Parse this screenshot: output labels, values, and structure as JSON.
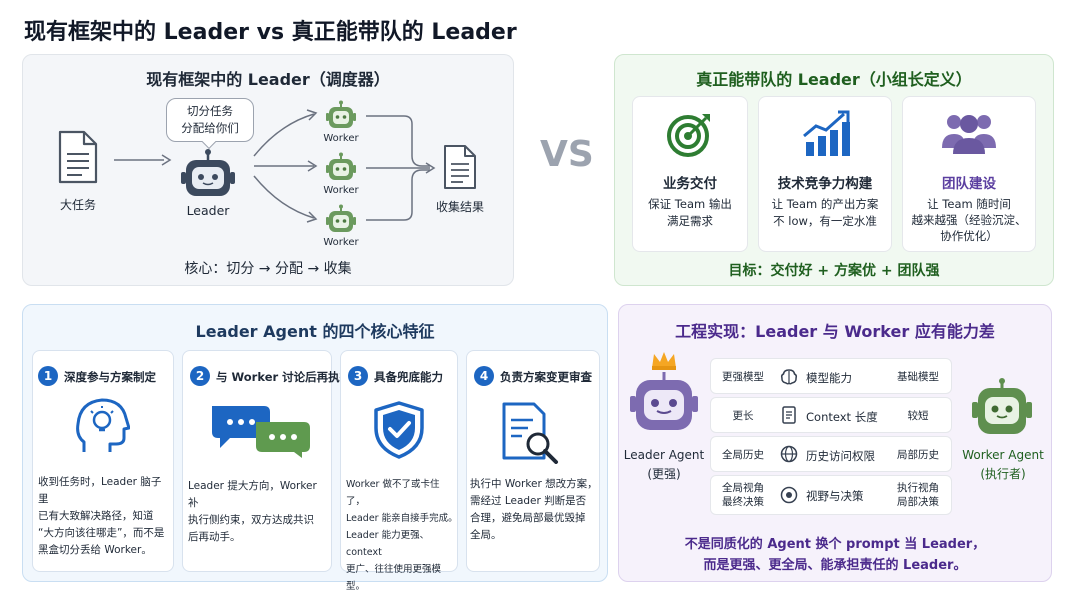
{
  "title": "现有框架中的 Leader vs 真正能带队的 Leader",
  "vs_label": "VS",
  "left_panel": {
    "title": "现有框架中的 Leader（调度器）",
    "task_label": "大任务",
    "bubble_line1": "切分任务",
    "bubble_line2": "分配给你们",
    "leader_label": "Leader",
    "worker_label": "Worker",
    "collect_label": "收集结果",
    "core": "核心：切分 → 分配 → 收集"
  },
  "right_panel": {
    "title": "真正能带队的 Leader（小组长定义）",
    "cards": [
      {
        "title": "业务交付",
        "desc1": "保证 Team 输出",
        "desc2": "满足需求",
        "desc3": "",
        "icon": "target-icon"
      },
      {
        "title": "技术竞争力构建",
        "desc1": "让 Team 的产出方案",
        "desc2": "不 low，有一定水准",
        "desc3": "",
        "icon": "growth-chart-icon"
      },
      {
        "title": "团队建设",
        "desc1": "让 Team 随时间",
        "desc2": "越来越强（经验沉淀、",
        "desc3": "协作优化）",
        "icon": "team-icon"
      }
    ],
    "goal": "目标：交付好 + 方案优 + 团队强"
  },
  "features_panel": {
    "title": "Leader Agent 的四个核心特征",
    "items": [
      {
        "num": "1",
        "title": "深度参与方案制定",
        "icon": "brain-bulb-icon",
        "lines": [
          "收到任务时，Leader 脑子里",
          "已有大致解决路径，知道",
          "“大方向该往哪走”，而不是",
          "黑盒切分丢给 Worker。"
        ]
      },
      {
        "num": "2",
        "title": "与 Worker 讨论后再执行",
        "icon": "chat-bubbles-icon",
        "lines": [
          "Leader 提大方向，Worker 补",
          "执行侧约束，双方达成共识",
          "后再动手。"
        ]
      },
      {
        "num": "3",
        "title": "具备兜底能力",
        "icon": "shield-check-icon",
        "lines": [
          "Worker 做不了或卡住了，",
          "Leader 能亲自接手完成。",
          "Leader 能力更强、context",
          "更广、往往使用更强模型。"
        ]
      },
      {
        "num": "4",
        "title": "负责方案变更审查",
        "icon": "document-search-icon",
        "lines": [
          "执行中 Worker 想改方案，",
          "需经过 Leader 判断是否",
          "合理，避免局部最优毁掉",
          "全局。"
        ]
      }
    ]
  },
  "engineering_panel": {
    "title": "工程实现：Leader 与 Worker 应有能力差",
    "leader_agent": "Leader Agent",
    "leader_sub": "(更强)",
    "worker_agent": "Worker Agent",
    "worker_sub": "(执行者)",
    "rows": [
      {
        "left1": "更强模型",
        "left2": "",
        "mid": "模型能力",
        "right1": "基础模型",
        "right2": "",
        "icon": "brain-icon"
      },
      {
        "left1": "更长",
        "left2": "",
        "mid": "Context 长度",
        "right1": "较短",
        "right2": "",
        "icon": "document-icon"
      },
      {
        "left1": "全局历史",
        "left2": "",
        "mid": "历史访问权限",
        "right1": "局部历史",
        "right2": "",
        "icon": "globe-icon"
      },
      {
        "left1": "全局视角",
        "left2": "最终决策",
        "mid": "视野与决策",
        "right1": "执行视角",
        "right2": "局部决策",
        "icon": "eye-icon"
      }
    ],
    "conclusion1": "不是同质化的 Agent 换个 prompt 当 Leader，",
    "conclusion2": "而是更强、更全局、能承担责任的 Leader。"
  },
  "colors": {
    "robot_leader": "#3c4a5e",
    "robot_worker": "#6b9a5e",
    "blue_accent": "#1d66c2",
    "purple_robot": "#7d6bb0",
    "green_robot": "#5f8f4f"
  }
}
